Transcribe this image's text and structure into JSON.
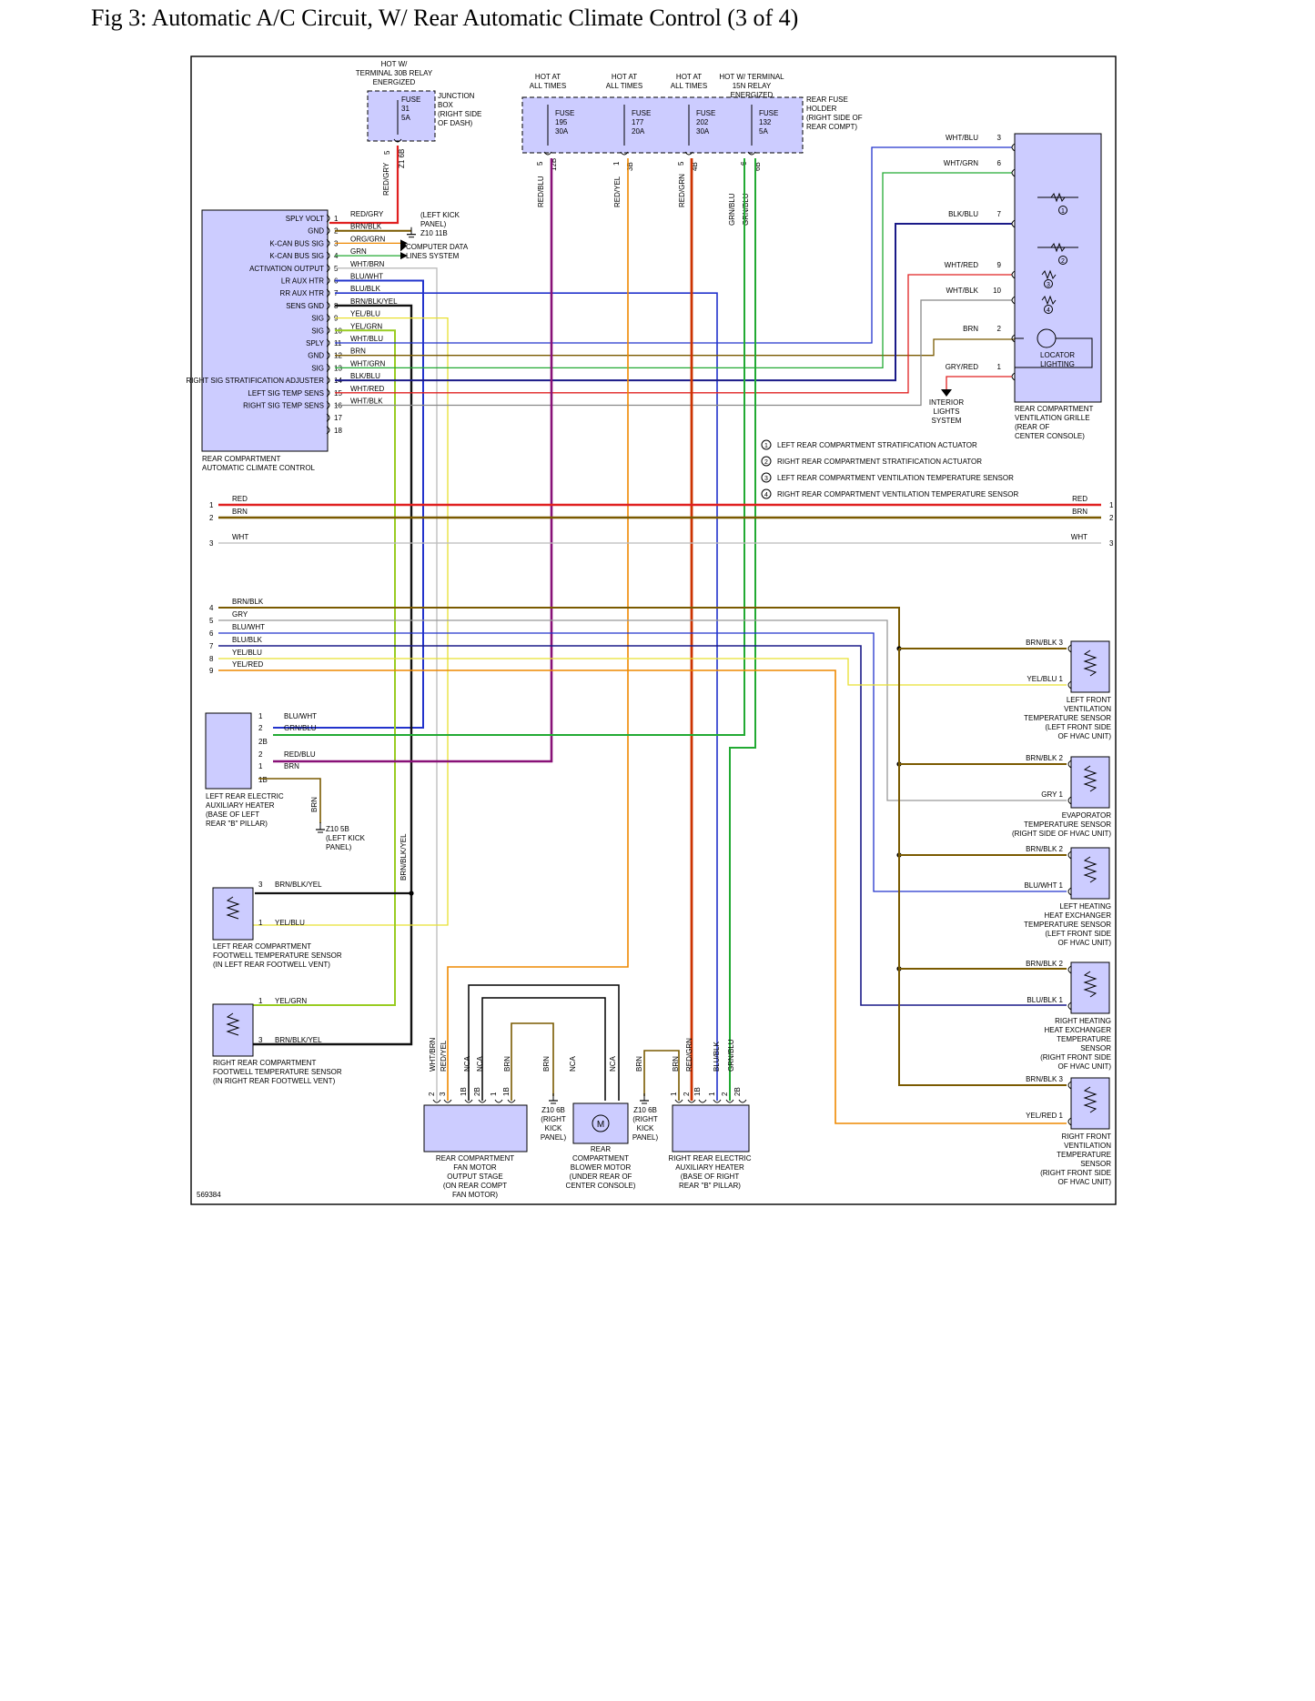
{
  "title": "Fig 3: Automatic A/C Circuit, W/ Rear Automatic Climate Control (3 of 4)",
  "figure_id": "569384",
  "colors": {
    "RED": "#e02020",
    "BRN": "#7a5a00",
    "WHT": "#bbbbbb",
    "GRY": "#999999",
    "BLU": "#2233cc",
    "GRN": "#22aa33",
    "YEL": "#e8e030",
    "ORG": "#ee8800",
    "RED/BLU": "#881177",
    "RED/YEL": "#ee8800",
    "RED/GRN": "#cc3300",
    "GRN/BLU": "#22aa33",
    "BLK": "#111111",
    "PNL": "#ccccff"
  },
  "fuses": {
    "jb": {
      "hot": [
        "HOT W/",
        "TERMINAL 30B RELAY",
        "ENERGIZED"
      ],
      "fuse": [
        "FUSE",
        "31",
        "5A"
      ],
      "loc": [
        "JUNCTION",
        "BOX",
        "(RIGHT SIDE",
        "OF DASH)"
      ],
      "pin": "5",
      "conn": "Z1 6B",
      "wire": "RED/GRY"
    },
    "rear_hot": [
      [
        "HOT AT",
        "ALL TIMES"
      ],
      [
        "HOT AT",
        "ALL TIMES"
      ],
      [
        "HOT AT",
        "ALL TIMES"
      ],
      [
        "HOT W/ TERMINAL",
        "15N RELAY",
        "ENERGIZED"
      ]
    ],
    "rear_fuses": [
      [
        "FUSE",
        "195",
        "30A"
      ],
      [
        "FUSE",
        "177",
        "20A"
      ],
      [
        "FUSE",
        "202",
        "30A"
      ],
      [
        "FUSE",
        "132",
        "5A"
      ]
    ],
    "rear_loc": [
      "REAR FUSE",
      "HOLDER",
      "(RIGHT SIDE OF",
      "REAR COMPT)"
    ],
    "rear_pins": [
      "5",
      "1",
      "5",
      "6"
    ],
    "rear_conns": [
      "12B",
      "3B",
      "4B",
      "6B"
    ],
    "rear_wires": [
      "RED/BLU",
      "RED/YEL",
      "RED/GRN",
      "GRN/BLU",
      "GRN/BLU"
    ]
  },
  "ecu": {
    "name": [
      "REAR COMPARTMENT",
      "AUTOMATIC CLIMATE CONTROL"
    ],
    "pins": [
      {
        "n": "1",
        "label": "SPLY VOLT",
        "wire": "RED/GRY"
      },
      {
        "n": "2",
        "label": "GND",
        "wire": "BRN/BLK"
      },
      {
        "n": "3",
        "label": "K-CAN BUS SIG",
        "wire": "ORG/GRN"
      },
      {
        "n": "4",
        "label": "K-CAN BUS SIG",
        "wire": "GRN"
      },
      {
        "n": "5",
        "label": "ACTIVATION OUTPUT",
        "wire": "WHT/BRN"
      },
      {
        "n": "6",
        "label": "LR AUX HTR",
        "wire": "BLU/WHT"
      },
      {
        "n": "7",
        "label": "RR AUX HTR",
        "wire": "BLU/BLK"
      },
      {
        "n": "8",
        "label": "SENS GND",
        "wire": "BRN/BLK/YEL"
      },
      {
        "n": "9",
        "label": "SIG",
        "wire": "YEL/BLU"
      },
      {
        "n": "10",
        "label": "SIG",
        "wire": "YEL/GRN"
      },
      {
        "n": "11",
        "label": "SPLY",
        "wire": "WHT/BLU"
      },
      {
        "n": "12",
        "label": "GND",
        "wire": "BRN"
      },
      {
        "n": "13",
        "label": "SIG",
        "wire": "WHT/GRN"
      },
      {
        "n": "14",
        "label": "RIGHT SIG STRATIFICATION ADJUSTER",
        "wire": "BLK/BLU"
      },
      {
        "n": "15",
        "label": "LEFT SIG TEMP SENS",
        "wire": "WHT/RED"
      },
      {
        "n": "16",
        "label": "RIGHT SIG TEMP SENS",
        "wire": "WHT/BLK"
      },
      {
        "n": "17",
        "label": "",
        "wire": ""
      },
      {
        "n": "18",
        "label": "",
        "wire": ""
      }
    ],
    "gnd_note": [
      "(LEFT KICK",
      "PANEL)",
      "Z10 11B"
    ],
    "data_note": [
      "COMPUTER DATA",
      "LINES SYSTEM"
    ]
  },
  "grille": {
    "name": [
      "REAR COMPARTMENT",
      "VENTILATION GRILLE",
      "(REAR OF",
      "CENTER CONSOLE)"
    ],
    "pins": [
      {
        "n": "3",
        "wire": "WHT/BLU"
      },
      {
        "n": "6",
        "wire": "WHT/GRN"
      },
      {
        "n": "7",
        "wire": "BLK/BLU"
      },
      {
        "n": "9",
        "wire": "WHT/RED"
      },
      {
        "n": "10",
        "wire": "WHT/BLK"
      },
      {
        "n": "2",
        "wire": "BRN"
      },
      {
        "n": "1",
        "wire": "GRY/RED"
      }
    ],
    "locator": [
      "LOCATOR",
      "LIGHTING"
    ],
    "interior": [
      "INTERIOR",
      "LIGHTS",
      "SYSTEM"
    ],
    "markers": [
      "1",
      "2",
      "3",
      "4"
    ]
  },
  "legend": [
    {
      "n": "1",
      "text": "LEFT REAR COMPARTMENT STRATIFICATION ACTUATOR"
    },
    {
      "n": "2",
      "text": "RIGHT REAR COMPARTMENT STRATIFICATION ACTUATOR"
    },
    {
      "n": "3",
      "text": "LEFT REAR COMPARTMENT VENTILATION TEMPERATURE SENSOR"
    },
    {
      "n": "4",
      "text": "RIGHT REAR COMPARTMENT VENTILATION TEMPERATURE SENSOR"
    }
  ],
  "buses": [
    {
      "n": "1",
      "label": "RED",
      "label_r": "RED"
    },
    {
      "n": "2",
      "label": "BRN",
      "label_r": "BRN"
    },
    {
      "n": "3",
      "label": "WHT",
      "label_r": "WHT"
    },
    {
      "n": "4",
      "label": "BRN/BLK",
      "label_r": ""
    },
    {
      "n": "5",
      "label": "GRY",
      "label_r": ""
    },
    {
      "n": "6",
      "label": "BLU/WHT",
      "label_r": ""
    },
    {
      "n": "7",
      "label": "BLU/BLK",
      "label_r": ""
    },
    {
      "n": "8",
      "label": "YEL/BLU",
      "label_r": ""
    },
    {
      "n": "9",
      "label": "YEL/RED",
      "label_r": ""
    }
  ],
  "sensors": [
    {
      "name": [
        "LEFT FRONT",
        "VENTILATION",
        "TEMPERATURE SENSOR",
        "(LEFT FRONT SIDE",
        "OF HVAC UNIT)"
      ],
      "p1": "3",
      "w1": "BRN/BLK",
      "p2": "1",
      "w2": "YEL/BLU"
    },
    {
      "name": [
        "EVAPORATOR",
        "TEMPERATURE SENSOR",
        "(RIGHT SIDE OF HVAC UNIT)"
      ],
      "p1": "2",
      "w1": "BRN/BLK",
      "p2": "1",
      "w2": "GRY"
    },
    {
      "name": [
        "LEFT HEATING",
        "HEAT EXCHANGER",
        "TEMPERATURE SENSOR",
        "(LEFT FRONT SIDE",
        "OF HVAC UNIT)"
      ],
      "p1": "2",
      "w1": "BRN/BLK",
      "p2": "1",
      "w2": "BLU/WHT"
    },
    {
      "name": [
        "RIGHT HEATING",
        "HEAT EXCHANGER",
        "TEMPERATURE",
        "SENSOR",
        "(RIGHT FRONT SIDE",
        "OF HVAC UNIT)"
      ],
      "p1": "2",
      "w1": "BRN/BLK",
      "p2": "1",
      "w2": "BLU/BLK"
    },
    {
      "name": [
        "RIGHT FRONT",
        "VENTILATION",
        "TEMPERATURE",
        "SENSOR",
        "(RIGHT FRONT SIDE",
        "OF HVAC UNIT)"
      ],
      "p1": "3",
      "w1": "BRN/BLK",
      "p2": "1",
      "w2": "YEL/RED"
    }
  ],
  "lr_heater": {
    "name": [
      "LEFT REAR ELECTRIC",
      "AUXILIARY HEATER",
      "(BASE OF LEFT",
      "REAR \"B\" PILLAR)"
    ],
    "pins": [
      {
        "n": "1",
        "wire": "BLU/WHT"
      },
      {
        "n": "2",
        "wire": "GRN/BLU"
      },
      {
        "n": "2B",
        "wire": ""
      },
      {
        "n": "2",
        "wire": "RED/BLU"
      },
      {
        "n": "1",
        "wire": "BRN"
      },
      {
        "n": "1B",
        "wire": ""
      }
    ],
    "gnd_wire": "BRN",
    "gnd": [
      "Z10 5B",
      "(LEFT KICK",
      "PANEL)"
    ]
  },
  "lr_foot": {
    "name": [
      "LEFT REAR COMPARTMENT",
      "FOOTWELL TEMPERATURE SENSOR",
      "(IN LEFT REAR FOOTWELL VENT)"
    ],
    "pins": [
      {
        "n": "3",
        "wire": "BRN/BLK/YEL"
      },
      {
        "n": "1",
        "wire": "YEL/BLU"
      }
    ],
    "vwire": "BRN/BLK/YEL"
  },
  "rr_foot": {
    "name": [
      "RIGHT REAR COMPARTMENT",
      "FOOTWELL TEMPERATURE SENSOR",
      "(IN RIGHT REAR FOOTWELL VENT)"
    ],
    "pins": [
      {
        "n": "1",
        "wire": "YEL/GRN"
      },
      {
        "n": "3",
        "wire": "BRN/BLK/YEL"
      }
    ]
  },
  "fan_stage": {
    "name": [
      "REAR COMPARTMENT",
      "FAN MOTOR",
      "OUTPUT STAGE",
      "(ON REAR COMPT",
      "FAN MOTOR)"
    ],
    "wires": [
      "WHT/BRN",
      "RED/YEL",
      "NCA",
      "NCA",
      "BRN"
    ],
    "pins": [
      "2",
      "3",
      "1B",
      "2B",
      "1",
      "1B"
    ]
  },
  "blower": {
    "name": [
      "REAR",
      "COMPARTMENT",
      "BLOWER MOTOR",
      "(UNDER REAR OF",
      "CENTER CONSOLE)"
    ],
    "wires": [
      "BRN",
      "NCA",
      "NCA",
      "BRN"
    ],
    "gnd_l": [
      "Z10 6B",
      "(RIGHT",
      "KICK",
      "PANEL)"
    ],
    "gnd_r": [
      "Z10 6B",
      "(RIGHT",
      "KICK",
      "PANEL)"
    ],
    "motor": "M"
  },
  "rr_heater": {
    "name": [
      "RIGHT REAR ELECTRIC",
      "AUXILIARY HEATER",
      "(BASE OF RIGHT",
      "REAR \"B\" PILLAR)"
    ],
    "wires": [
      "BRN",
      "RED/GRN",
      "BLU/BLK",
      "GRN/BLU"
    ],
    "pins": [
      "1",
      "2",
      "1B",
      "1",
      "2",
      "2B"
    ]
  }
}
